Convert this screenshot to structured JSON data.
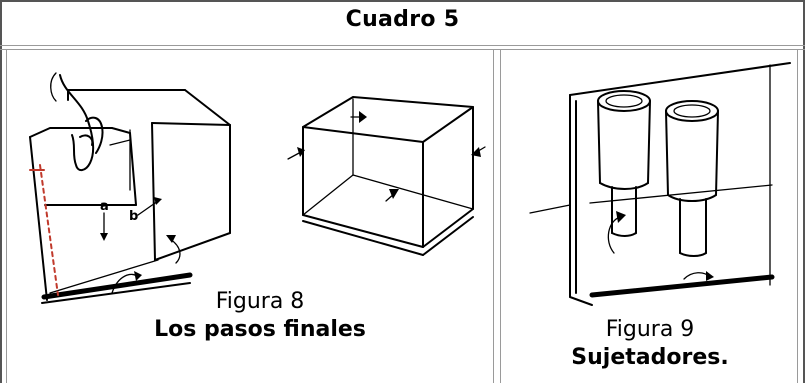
{
  "table": {
    "title": "Cuadro 5"
  },
  "figures": [
    {
      "number": "Figura 8",
      "caption": "Los pasos finales",
      "labels": [
        "a",
        "b"
      ]
    },
    {
      "number": "Figura 9",
      "caption": "Sujetadores."
    }
  ]
}
